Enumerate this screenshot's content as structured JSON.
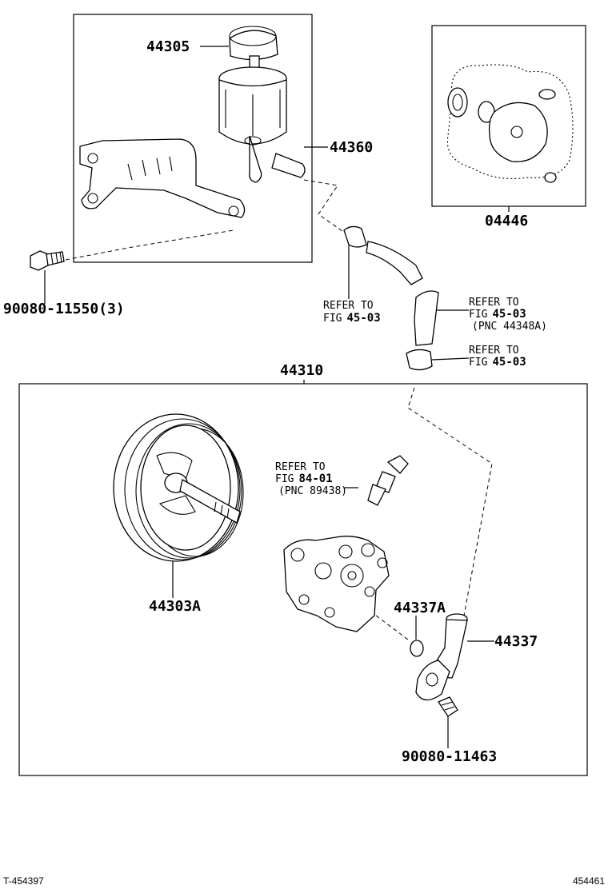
{
  "labels": {
    "p44305": "44305",
    "p44360": "44360",
    "p04446": "04446",
    "p90080_11550": "90080-11550(3)",
    "p44310": "44310",
    "p44303A": "44303A",
    "p44337A": "44337A",
    "p44337": "44337",
    "p90080_11463": "90080-11463"
  },
  "refs": {
    "hose_a": {
      "line1": "REFER TO",
      "line2_prefix": "FIG",
      "line2_num": "45-03"
    },
    "hose_b": {
      "line1": "REFER TO",
      "line2_prefix": "FIG",
      "line2_num": "45-03",
      "line3": "(PNC 44348A)"
    },
    "hose_c": {
      "line1": "REFER TO",
      "line2_prefix": "FIG",
      "line2_num": "45-03"
    },
    "sensor": {
      "line1": "REFER TO",
      "line2_prefix": "FIG",
      "line2_num": "84-01",
      "line3": "(PNC 89438)"
    }
  },
  "footer": {
    "left_code": "T-454397",
    "right_code": "454461"
  }
}
